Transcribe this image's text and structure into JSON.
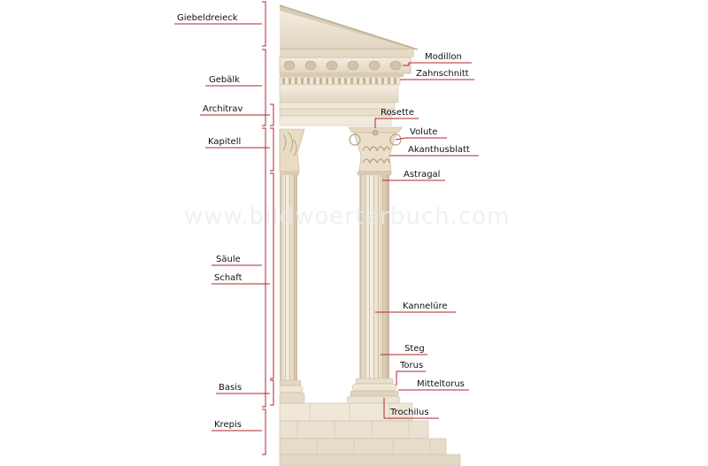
{
  "watermark": "www.bildwoerterbuch.com",
  "colors": {
    "leader": "#b3262e",
    "text": "#111111",
    "stone": "#efe6d6",
    "stone_shadow": "#cdbfa8"
  },
  "labels_left": {
    "giebeldreieck": "Giebeldreieck",
    "gebaelk": "Gebälk",
    "architrav": "Architrav",
    "kapitell": "Kapitell",
    "saeule": "Säule",
    "schaft": "Schaft",
    "basis": "Basis",
    "krepis": "Krepis"
  },
  "labels_right": {
    "modillon": "Modillon",
    "zahnschnitt": "Zahnschnitt",
    "rosette": "Rosette",
    "volute": "Volute",
    "akanthusblatt": "Akanthusblatt",
    "astragal": "Astragal",
    "kanneluere": "Kannelüre",
    "steg": "Steg",
    "torus": "Torus",
    "mitteltorus": "Mitteltorus",
    "trochilus": "Trochilus"
  }
}
